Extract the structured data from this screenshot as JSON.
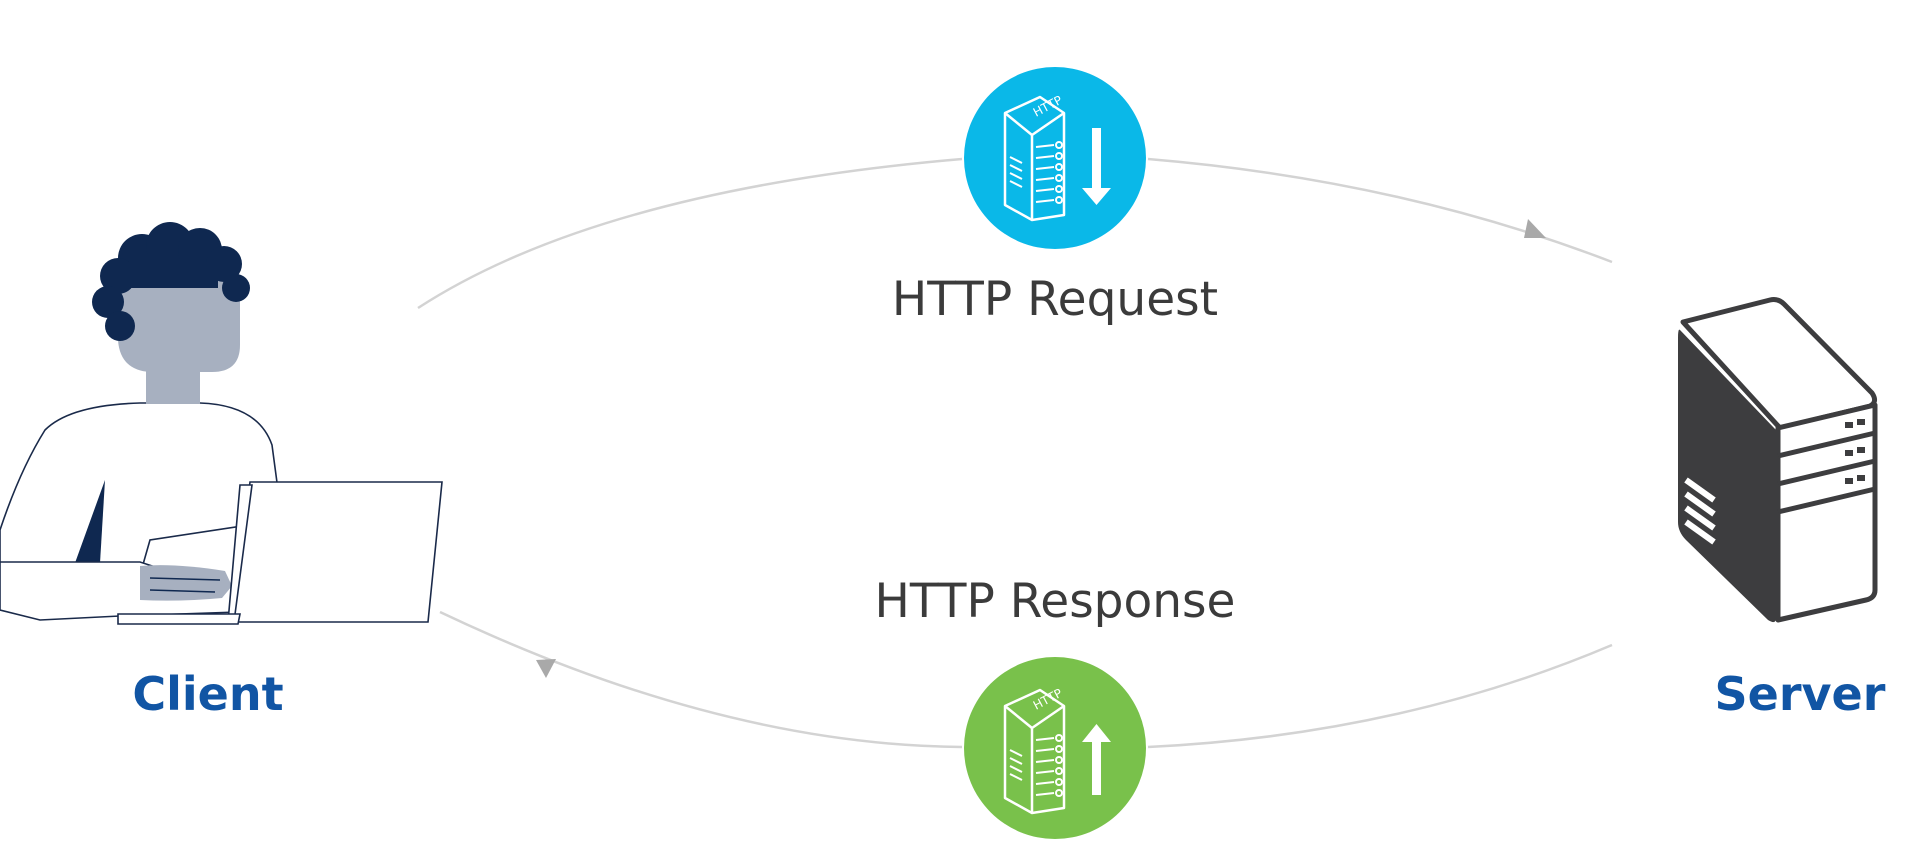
{
  "diagram": {
    "request_label": "HTTP Request",
    "response_label": "HTTP Response",
    "client_label": "Client",
    "server_label": "Server",
    "badge_text": "HTTP"
  },
  "colors": {
    "request_badge": "#0ab8e8",
    "response_badge": "#79c14b",
    "node_label": "#1155a4",
    "flow_line": "#d3d3d3",
    "arrow_head": "#a9a9a9",
    "server_body": "#3d3d3f",
    "person_hair": "#0f2850",
    "person_skin": "#a7b0c0",
    "text_dark": "#3b3b3b"
  },
  "icons": {
    "request": "http-server-download-icon",
    "response": "http-server-upload-icon",
    "client": "person-with-laptop-icon",
    "server": "server-tower-icon"
  }
}
